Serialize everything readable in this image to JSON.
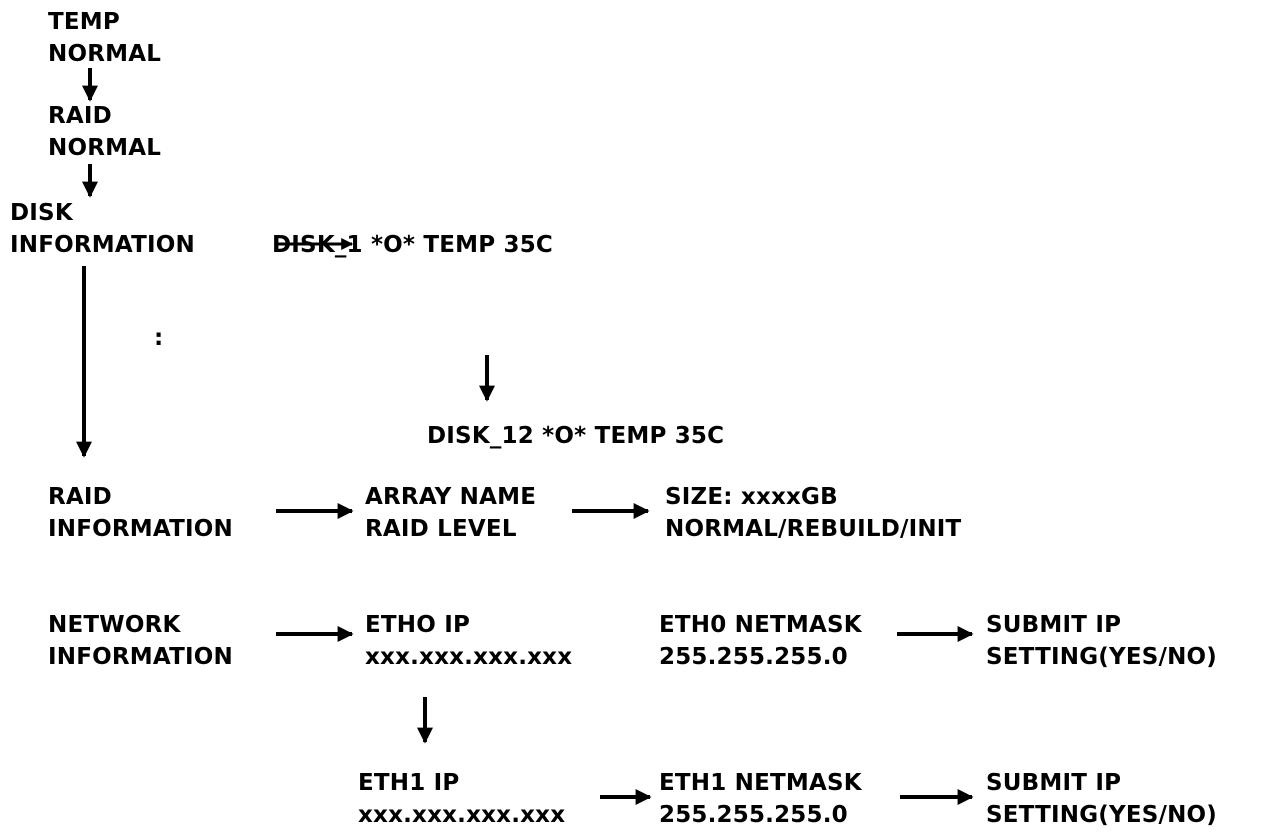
{
  "nodes": {
    "temp": {
      "line1": "TEMP",
      "line2": "NORMAL"
    },
    "raid": {
      "line1": "RAID",
      "line2": "NORMAL"
    },
    "disk_info": {
      "line1": "DISK",
      "line2": "INFORMATION"
    },
    "disk_first": "DISK_1 *O* TEMP 35C",
    "ellipsis": ":",
    "disk_last": "DISK_12 *O* TEMP 35C",
    "raid_info": {
      "line1": "RAID",
      "line2": "INFORMATION"
    },
    "array": {
      "line1": "ARRAY NAME",
      "line2": "RAID LEVEL"
    },
    "size": {
      "line1": "SIZE: xxxxGB",
      "line2": "NORMAL/REBUILD/INIT"
    },
    "network_info": {
      "line1": "NETWORK",
      "line2": "INFORMATION"
    },
    "eth0_ip": {
      "line1": "ETHO IP",
      "line2": "xxx.xxx.xxx.xxx"
    },
    "eth0_netmask": {
      "line1": "ETH0 NETMASK",
      "line2": "255.255.255.0"
    },
    "eth0_submit": {
      "line1": "SUBMIT IP",
      "line2": "SETTING(YES/NO)"
    },
    "eth1_ip": {
      "line1": "ETH1 IP",
      "line2": "xxx.xxx.xxx.xxx"
    },
    "eth1_netmask": {
      "line1": "ETH1 NETMASK",
      "line2": "255.255.255.0"
    },
    "eth1_submit": {
      "line1": "SUBMIT IP",
      "line2": "SETTING(YES/NO)"
    }
  },
  "colors": {
    "text": "#000000",
    "arrow": "#000000",
    "background": "#ffffff"
  }
}
